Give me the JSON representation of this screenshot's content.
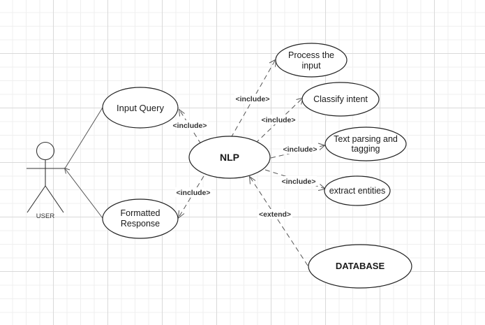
{
  "actor": {
    "label": "USER"
  },
  "use_cases": {
    "input_query": "Input Query",
    "formatted_response": [
      "Formatted",
      "Response"
    ],
    "nlp": "NLP",
    "process_input": [
      "Process the",
      "input"
    ],
    "classify_intent": "Classify intent",
    "text_parsing": [
      "Text parsing and",
      "tagging"
    ],
    "extract_entities": "extract entities",
    "database": "DATABASE"
  },
  "relations": {
    "include_input_query": "<include>",
    "include_formatted_response": "<include>",
    "include_process_input": "<include>",
    "include_classify_intent": "<include>",
    "include_text_parsing": "<include>",
    "include_extract_entities": "<include>",
    "extend_database": "<extend>"
  }
}
